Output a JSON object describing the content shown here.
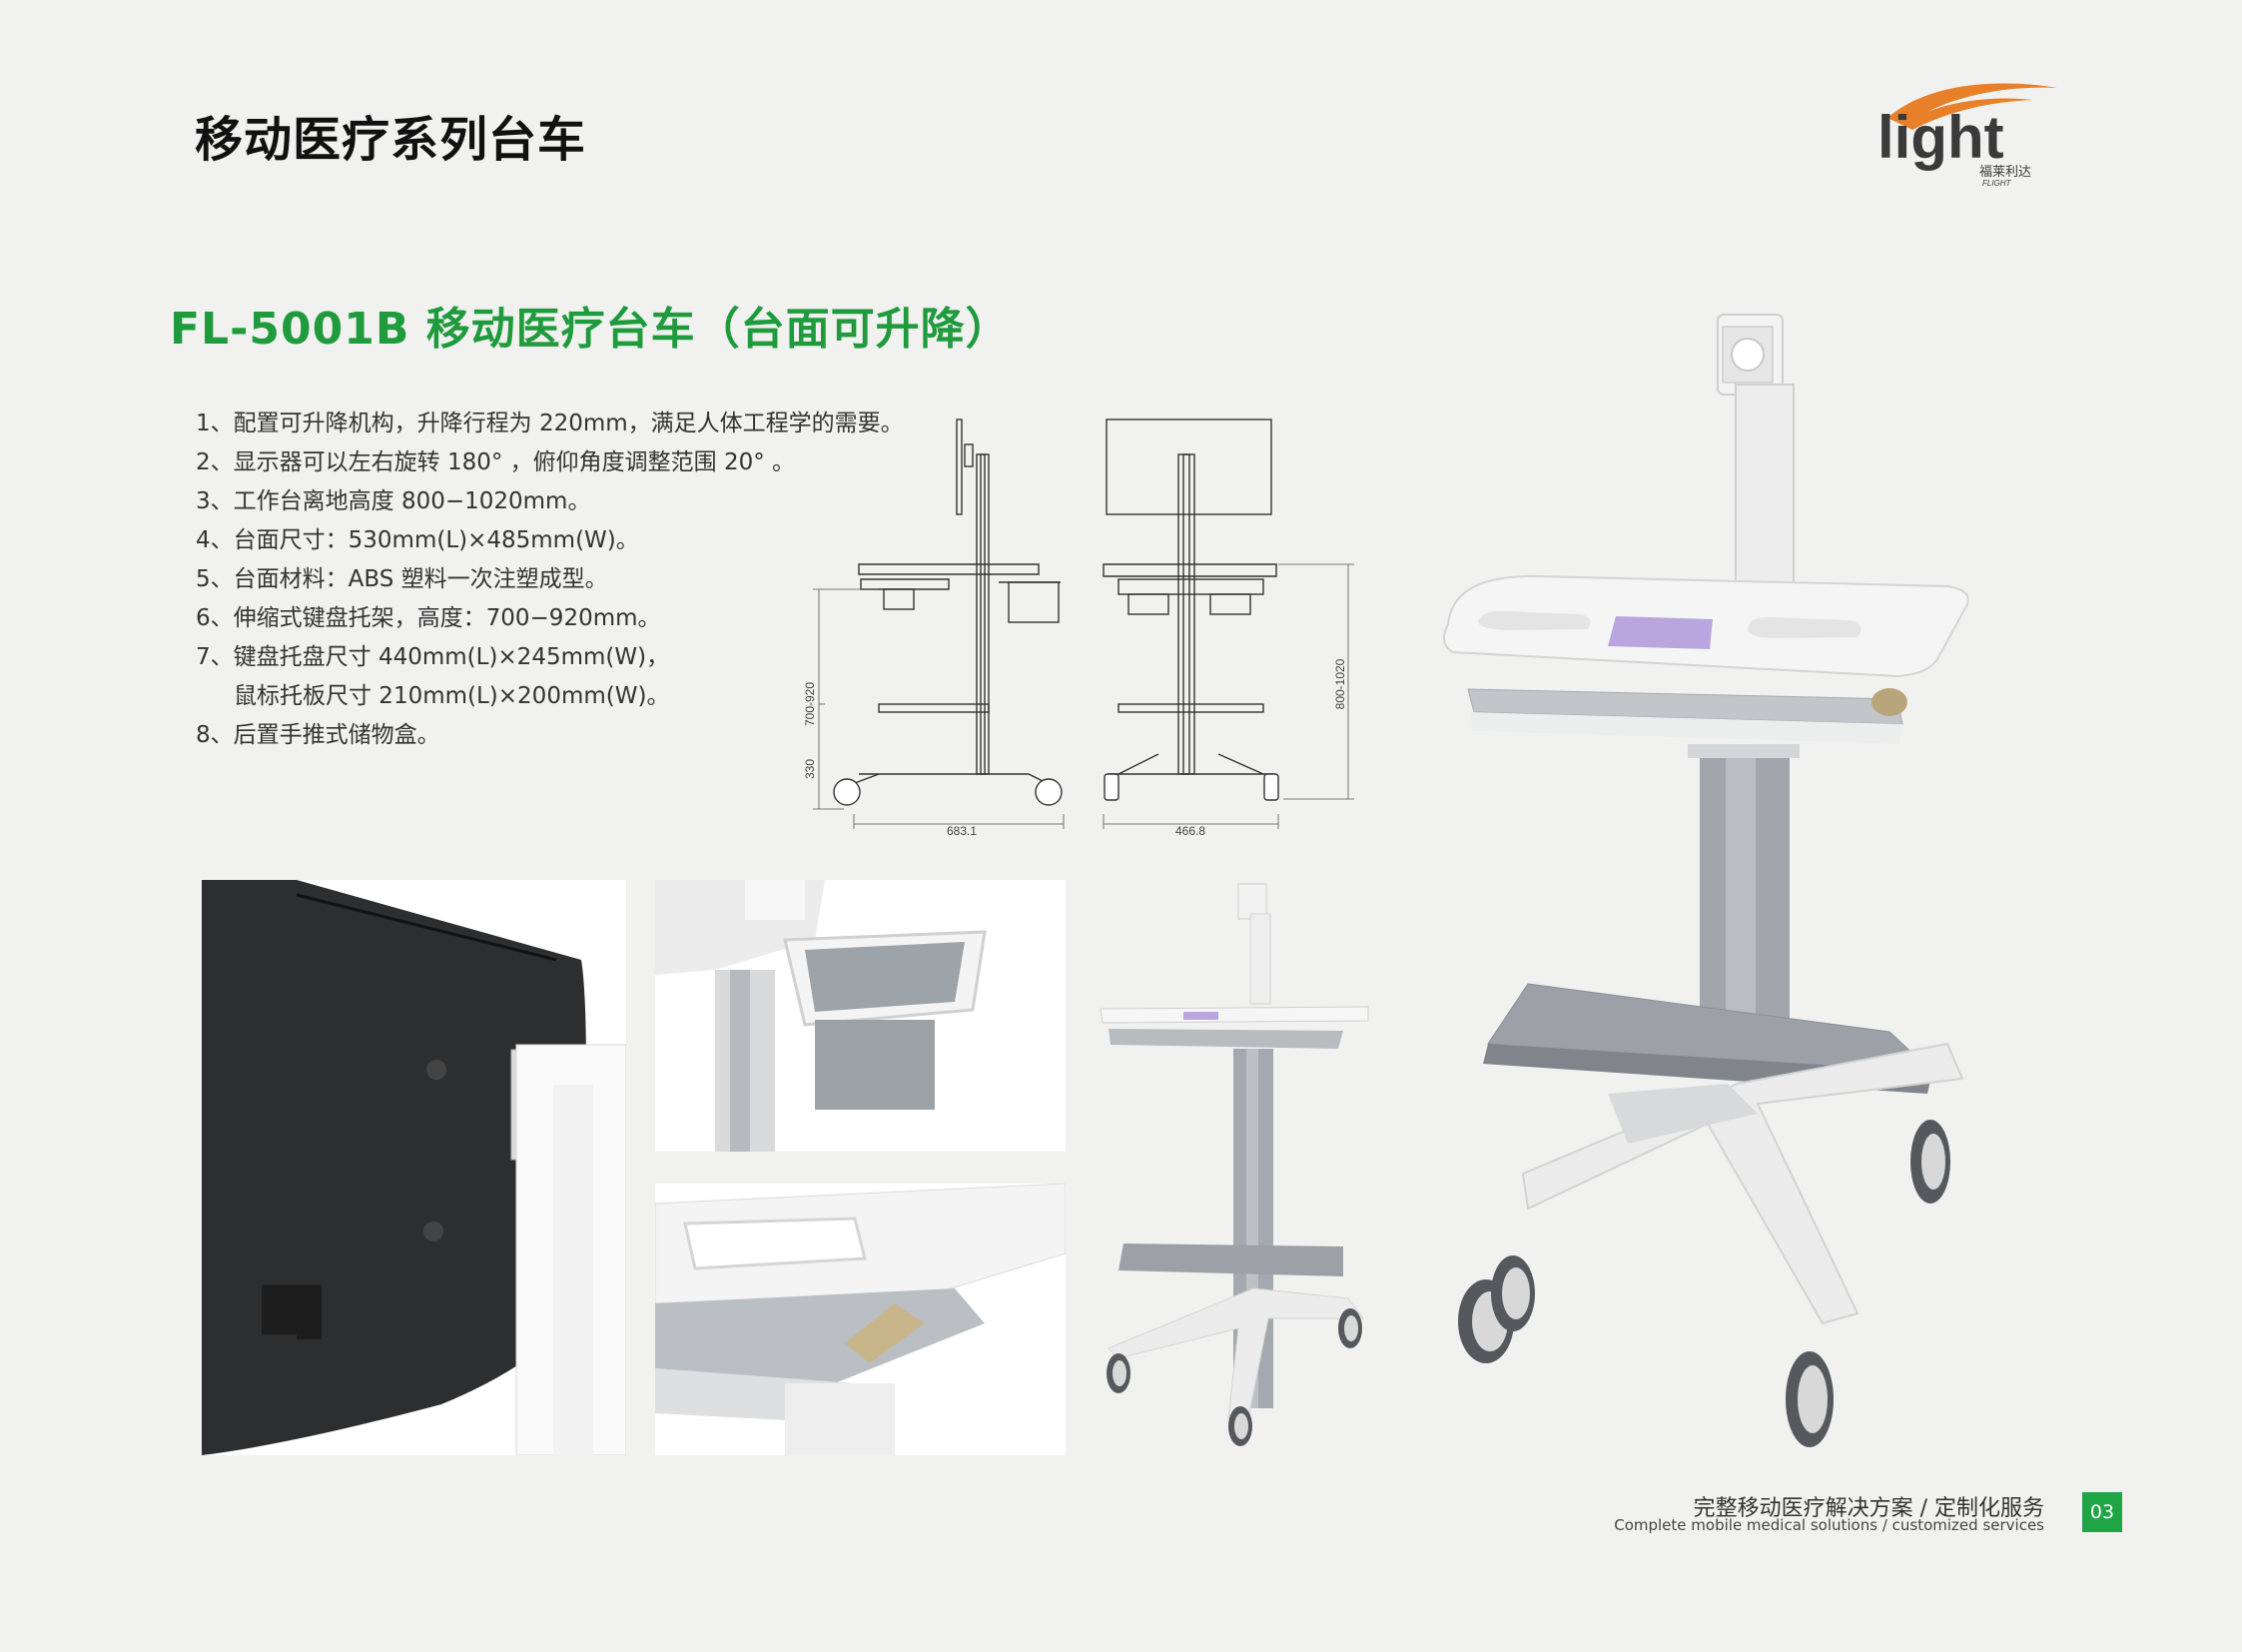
{
  "header": {
    "title": "移动医疗系列台车",
    "logo_text": "light",
    "logo_cn": "福莱利达",
    "logo_sub": "FLIGHT"
  },
  "product": {
    "heading": "FL-5001B 移动医疗台车（台面可升降）",
    "features": [
      "1、配置可升降机构，升降行程为 220mm，满足人体工程学的需要。",
      "2、显示器可以左右旋转 180° ，俯仰角度调整范围 20° 。",
      "3、工作台离地高度 800−1020mm。",
      "4、台面尺寸：530mm(L)×485mm(W)。",
      "5、台面材料：ABS 塑料一次注塑成型。",
      "6、伸缩式键盘托架，高度：700−920mm。",
      "7、键盘托盘尺寸 440mm(L)×245mm(W)，",
      "鼠标托板尺寸 210mm(L)×200mm(W)。",
      "8、后置手推式储物盒。"
    ]
  },
  "drawings": {
    "side_height": "700-920",
    "side_base": "330",
    "side_width": "683.1",
    "front_height": "800-1020",
    "front_width": "466.8"
  },
  "footer": {
    "cn": "完整移动医疗解决方案 / 定制化服务",
    "en": "Complete mobile medical solutions / customized services",
    "page": "03"
  },
  "colors": {
    "accent": "#1f9a3c",
    "page_badge": "#1fa446",
    "logo_orange": "#e8802a",
    "background": "#f1f1f0"
  }
}
